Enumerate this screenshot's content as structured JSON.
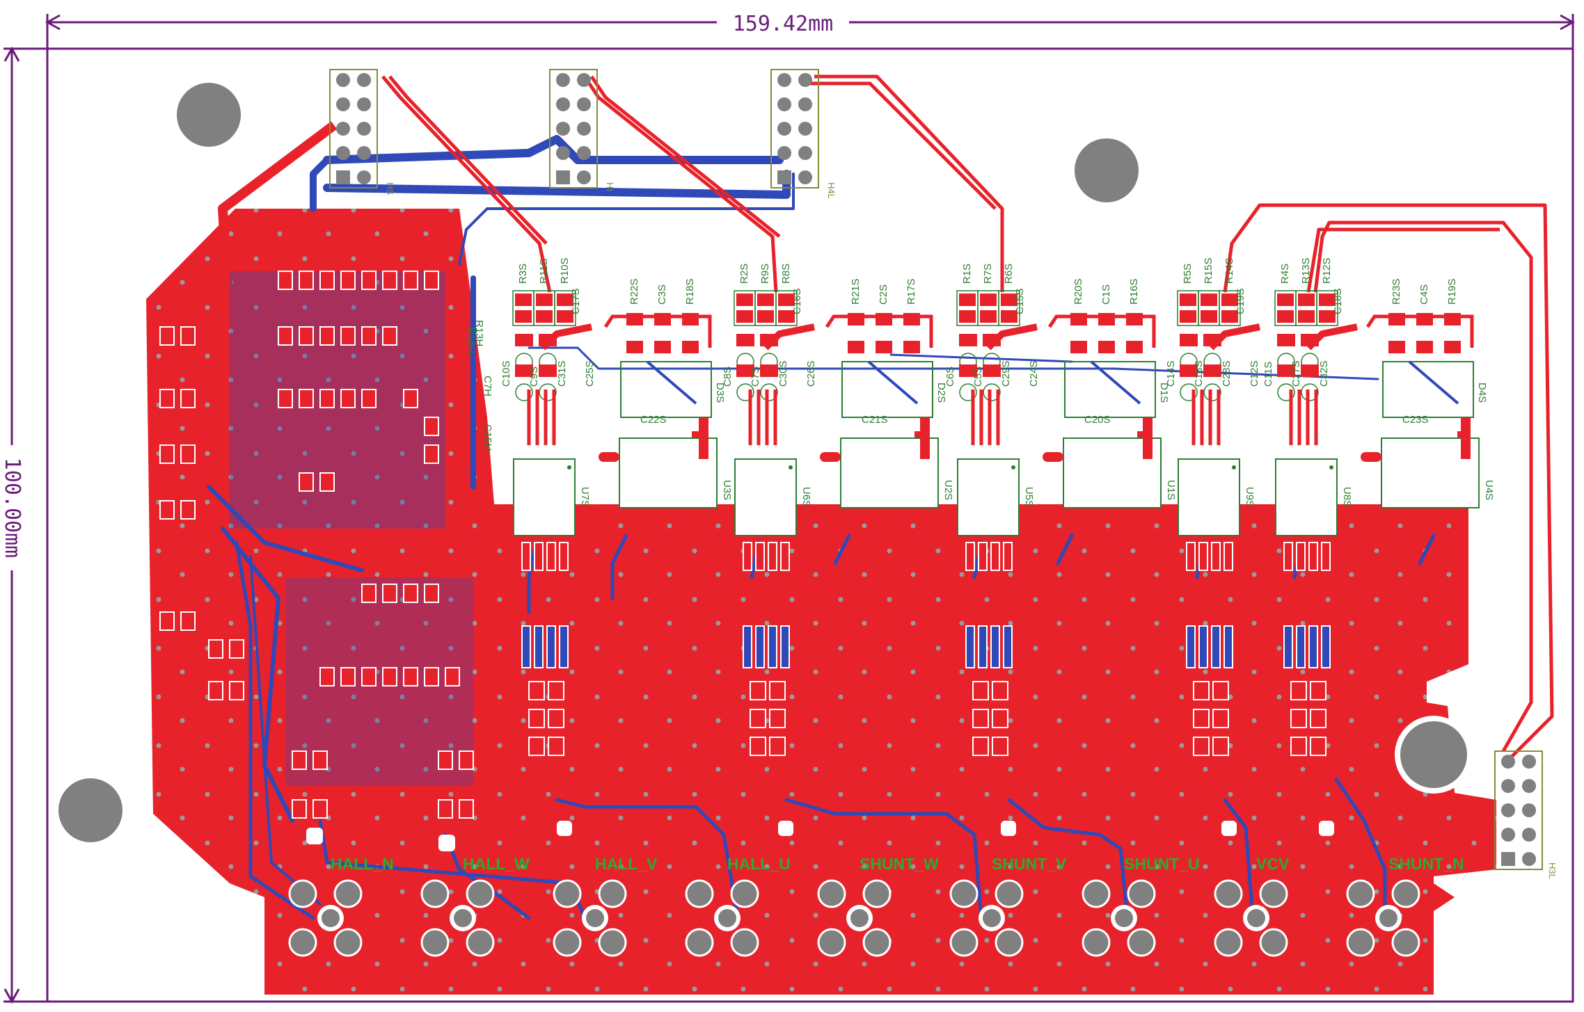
{
  "board": {
    "width_label": "159.42mm",
    "height_label": "100.00mm"
  },
  "colors": {
    "dimension": "#6a1b7a",
    "copper_top": "#e8222a",
    "copper_bottom": "#2f49b8",
    "silkscreen": "#2e7d32",
    "net_label": "#2eaa2e",
    "hole": "#808080",
    "outline": "#6a1b7a"
  },
  "connector_labels": [
    "HS",
    "HI",
    "H4L",
    "H3L"
  ],
  "channels": [
    {
      "resistors": [
        "R3S",
        "R11S",
        "R10S"
      ],
      "cap_top": "C17S",
      "small_caps": [
        "C10S",
        "C9S",
        "C31S",
        "C25S"
      ],
      "right_block": [
        "R22S",
        "C3S",
        "R18S"
      ],
      "opamp": "C22S",
      "diode": "D3S",
      "u_left": "U7S",
      "u_right": "U3S"
    },
    {
      "resistors": [
        "R2S",
        "R9S",
        "R8S"
      ],
      "cap_top": "C16S",
      "small_caps": [
        "C8S",
        "C7S",
        "C30S",
        "C26S"
      ],
      "right_block": [
        "R21S",
        "C2S",
        "R17S"
      ],
      "opamp": "C21S",
      "diode": "D2S",
      "u_left": "U6S",
      "u_right": "U2S"
    },
    {
      "resistors": [
        "R1S",
        "R7S",
        "R6S"
      ],
      "cap_top": "C15S",
      "small_caps": [
        "C6S",
        "C5S",
        "C29S",
        "C24S"
      ],
      "right_block": [
        "R20S",
        "C1S",
        "R16S"
      ],
      "opamp": "C20S",
      "diode": "D1S",
      "u_left": "U5S",
      "u_right": "U1S"
    },
    {
      "resistors": [
        "R5S",
        "R15S",
        "R14S"
      ],
      "cap_top": "C19S",
      "small_caps": [
        "C14S",
        "C13S",
        "C28S",
        "C12S"
      ],
      "right_block": [],
      "opamp": "",
      "diode": "",
      "u_left": "U9S",
      "u_right": ""
    },
    {
      "resistors": [
        "R4S",
        "R13S",
        "R12S"
      ],
      "cap_top": "C18S",
      "small_caps": [
        "C11S",
        "C27S",
        "C32S"
      ],
      "right_block": [
        "R23S",
        "C4S",
        "R19S"
      ],
      "opamp": "C23S",
      "diode": "D4S",
      "u_left": "U8S",
      "u_right": "U4S"
    }
  ],
  "left_refs": [
    "R13H",
    "C7H",
    "C15H",
    "R14H"
  ],
  "net_labels": [
    "HALL_N",
    "HALL_W",
    "HALL_V",
    "HALL_U",
    "SHUNT_W",
    "SHUNT_V",
    "SHUNT_U",
    "VCV",
    "SHUNT_N"
  ]
}
